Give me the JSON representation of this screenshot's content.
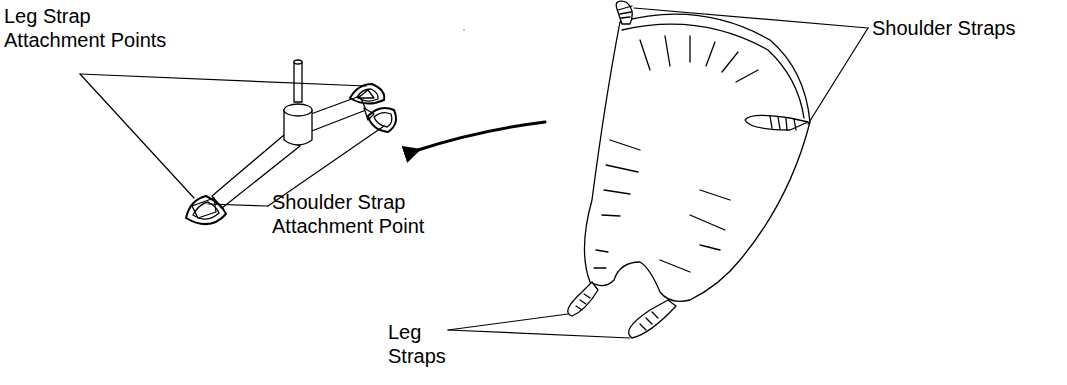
{
  "diagram": {
    "labels": [
      "Leg Strap Attachment Points",
      "Shoulder Straps",
      "Shoulder Strap Attachment Point",
      "Leg Straps"
    ]
  }
}
